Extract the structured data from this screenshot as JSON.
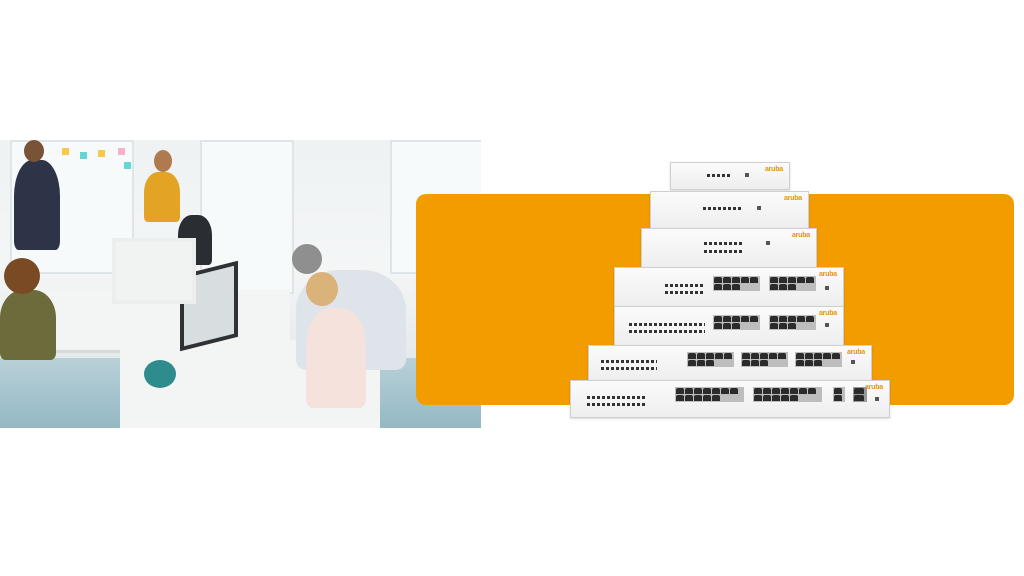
{
  "scene": {
    "background_color": "#ffffff",
    "left_photo": {
      "description": "open-plan office with colleagues working at desks with computers",
      "people_count": 6
    },
    "right_panel": {
      "color": "#F39C00",
      "description": "stack of network switches"
    }
  },
  "switches": [
    {
      "brand": "aruba",
      "ports": 0,
      "tier": 1
    },
    {
      "brand": "aruba",
      "ports": 0,
      "tier": 2
    },
    {
      "brand": "aruba",
      "ports": 0,
      "tier": 3
    },
    {
      "brand": "aruba",
      "ports": 16,
      "tier": 4
    },
    {
      "brand": "aruba",
      "ports": 16,
      "tier": 5
    },
    {
      "brand": "aruba",
      "ports": 24,
      "tier": 6
    },
    {
      "brand": "aruba",
      "ports": 24,
      "tier": 7
    }
  ],
  "colors": {
    "brand_orange": "#F39C00",
    "brand_text": "#E8900C"
  }
}
